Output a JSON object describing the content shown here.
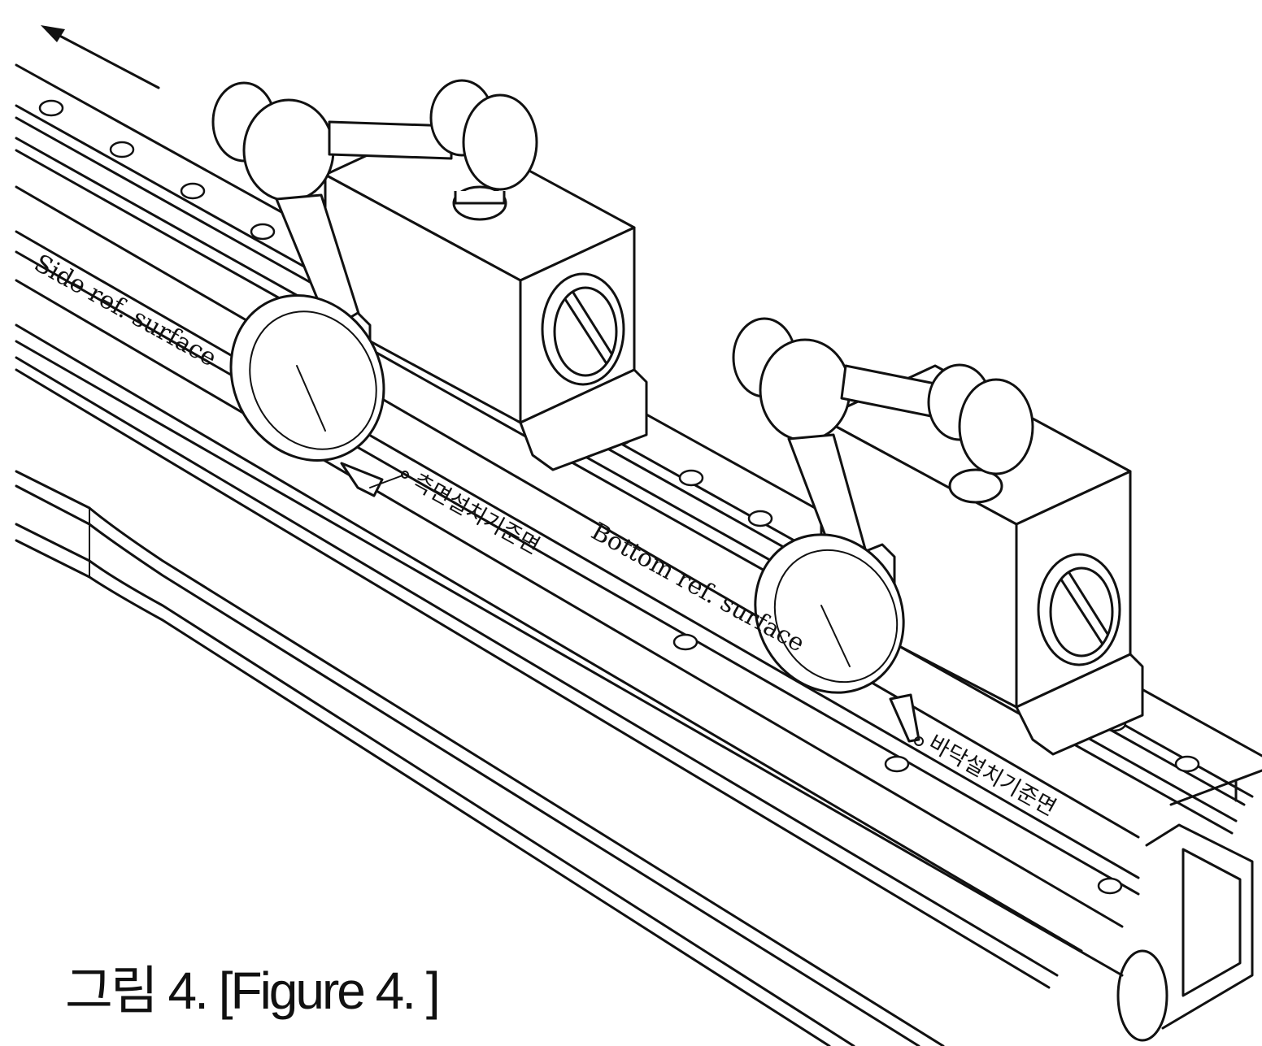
{
  "figure": {
    "caption": "그림 4. [Figure 4. ]"
  },
  "labels": {
    "side_ref_en": "Side ref. surface",
    "side_ref_ko": "측면설치기준면",
    "bottom_ref_en": "Bottom ref. surface",
    "bottom_ref_ko": "바닥설치기준면"
  },
  "colors": {
    "line": "#111111",
    "background": "#ffffff"
  }
}
